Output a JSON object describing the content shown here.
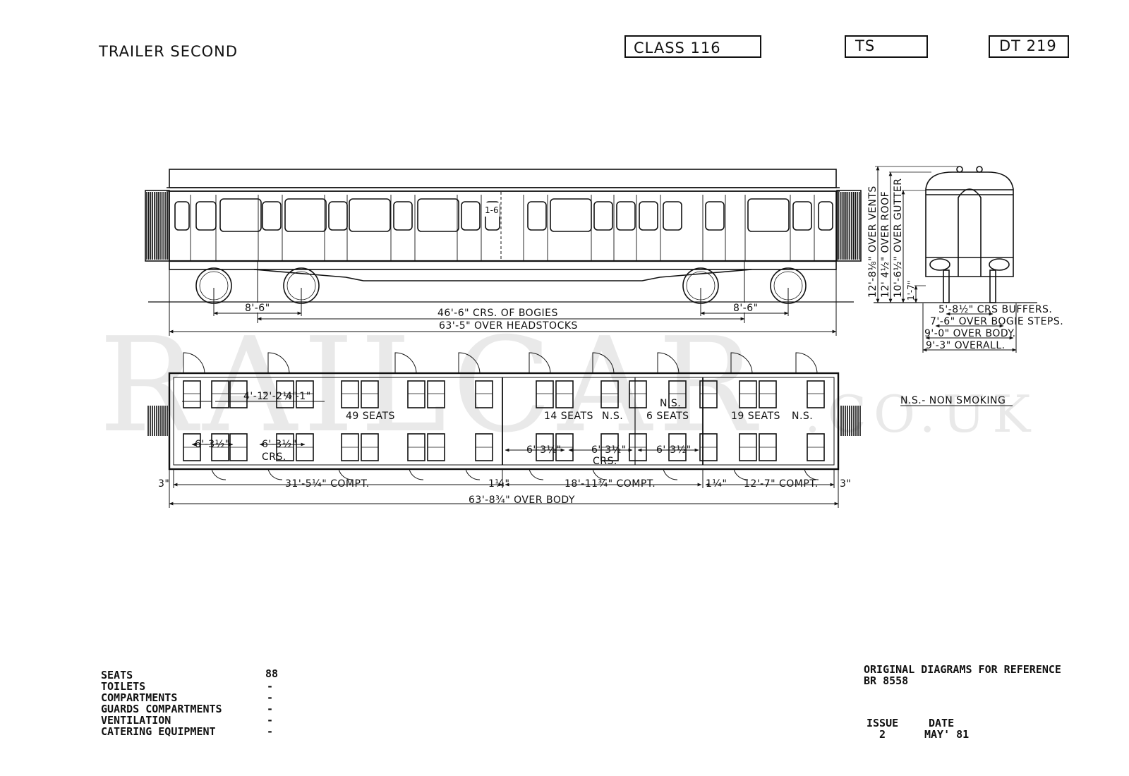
{
  "header": {
    "title": "TRAILER SECOND",
    "class_box": "CLASS 116",
    "type_box": "TS",
    "diagram_box": "DT 219"
  },
  "watermark": {
    "main": "RAILCAR",
    "suffix": ".CO.UK"
  },
  "side_elevation": {
    "window_dim": "1-6",
    "bogie_wheelbase_left": "8'-6\"",
    "bogie_wheelbase_right": "8'-6\"",
    "bogie_centres": "46'-6\" CRS. OF BOGIES",
    "over_headstocks": "63'-5\" OVER HEADSTOCKS"
  },
  "end_elevation": {
    "vert_dims": [
      "12'-8⅛\" OVER VENTS",
      "12' 4½\" OVER ROOF",
      "10'-6½\" OVER GUTTER",
      "1'-7\""
    ],
    "horiz_dims": [
      "5'-8½\" CRS BUFFERS.",
      "7'-6\" OVER BOGIE STEPS.",
      "9'-0\" OVER BODY.",
      "9'-3\" OVERALL."
    ]
  },
  "plan": {
    "seat_labels": [
      "49 SEATS",
      "14 SEATS",
      "N.S.",
      "N.S.",
      "6 SEATS",
      "19 SEATS",
      "N.S."
    ],
    "dims_top": [
      "4'-1\"",
      "2'-2½\"",
      "4'-1\""
    ],
    "dims_bottom": [
      "6'-3½\"",
      "6'-3½\"",
      "CRS.",
      "6'-3½\"",
      "6'-3½\"",
      "CRS.",
      "6'-3½\""
    ],
    "compartments": [
      "3\"",
      "31'-5¼\" COMPT.",
      "1¼\"",
      "18'-11¾\" COMPT.",
      "1¼\"",
      "12'-7\" COMPT.",
      "3\""
    ],
    "over_body": "63'-8¾\" OVER BODY"
  },
  "legend": "N.S.- NON SMOKING",
  "specs": {
    "labels": [
      "SEATS",
      "TOILETS",
      "COMPARTMENTS",
      "GUARDS COMPARTMENTS",
      "VENTILATION",
      "CATERING EQUIPMENT"
    ],
    "values": [
      "88",
      "-",
      "-",
      "-",
      "-",
      "-"
    ]
  },
  "reference": {
    "line1": "ORIGINAL DIAGRAMS FOR REFERENCE",
    "line2": "BR 8558",
    "issue_label": "ISSUE",
    "date_label": "DATE",
    "issue_value": "2",
    "date_value": "MAY' 81"
  }
}
